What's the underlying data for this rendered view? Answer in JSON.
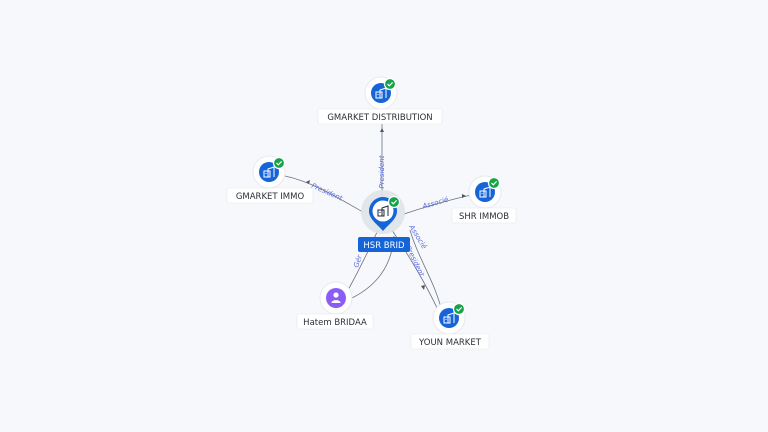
{
  "center": {
    "label": "HSR BRID",
    "icon": "building-icon",
    "verified": true
  },
  "nodes": [
    {
      "id": "gmarket-distribution",
      "label": "GMARKET DISTRIBUTION",
      "kind": "company",
      "icon": "building-icon",
      "verified": true
    },
    {
      "id": "gmarket-immo",
      "label": "GMARKET IMMO",
      "kind": "company",
      "icon": "building-icon",
      "verified": true
    },
    {
      "id": "shr-immob",
      "label": "SHR IMMOB",
      "kind": "company",
      "icon": "building-icon",
      "verified": true
    },
    {
      "id": "hatem-bridaa",
      "label": "Hatem BRIDAA",
      "kind": "person",
      "icon": "person-icon",
      "verified": false
    },
    {
      "id": "youn-market",
      "label": "YOUN MARKET",
      "kind": "company",
      "icon": "building-icon",
      "verified": true
    }
  ],
  "edges": [
    {
      "from": "center",
      "to": "gmarket-distribution",
      "label": "President"
    },
    {
      "from": "center",
      "to": "gmarket-immo",
      "label": "President"
    },
    {
      "from": "center",
      "to": "shr-immob",
      "label": "Associé"
    },
    {
      "from": "hatem-bridaa",
      "to": "center",
      "label": "Gér"
    },
    {
      "from": "center",
      "to": "youn-market",
      "label": "President"
    },
    {
      "from": "youn-market",
      "to": "center",
      "label": "Associé"
    }
  ],
  "colors": {
    "company": "#1565d8",
    "person": "#8b5cf6",
    "verified": "#16a34a",
    "edge_label": "#5b6de0"
  }
}
